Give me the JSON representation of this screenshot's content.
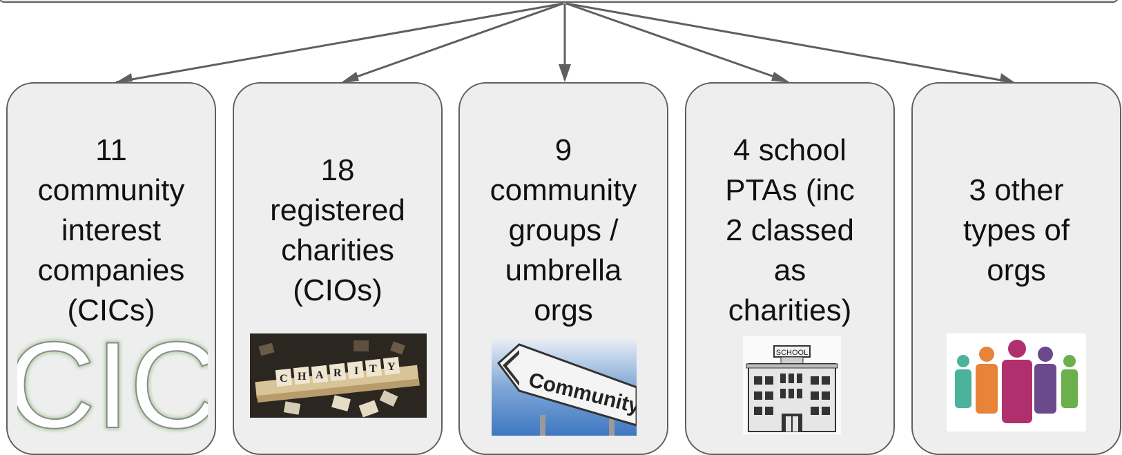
{
  "cards": [
    {
      "label": "11\ncommunity\ninterest\ncompanies\n(CICs)",
      "image_text": "CIC",
      "icon": "cic-letters-icon"
    },
    {
      "label": "18\nregistered\ncharities\n(CIOs)",
      "image_text": "CHARITY",
      "icon": "scrabble-charity-tiles-icon"
    },
    {
      "label": "9\ncommunity\ngroups /\numbrella\norgs",
      "image_text": "Community",
      "icon": "community-signpost-icon"
    },
    {
      "label": "4 school\nPTAs (inc\n2 classed\nas\ncharities)",
      "image_text": "SCHOOL",
      "icon": "school-building-icon"
    },
    {
      "label": "3 other\ntypes of\norgs",
      "icon": "people-group-icon"
    }
  ],
  "colors": {
    "card_fill": "#eeeeee",
    "border": "#5f5f5f",
    "people": [
      "#4bb39c",
      "#e8833a",
      "#b0306d",
      "#6a4a8c",
      "#6ab04c"
    ]
  }
}
